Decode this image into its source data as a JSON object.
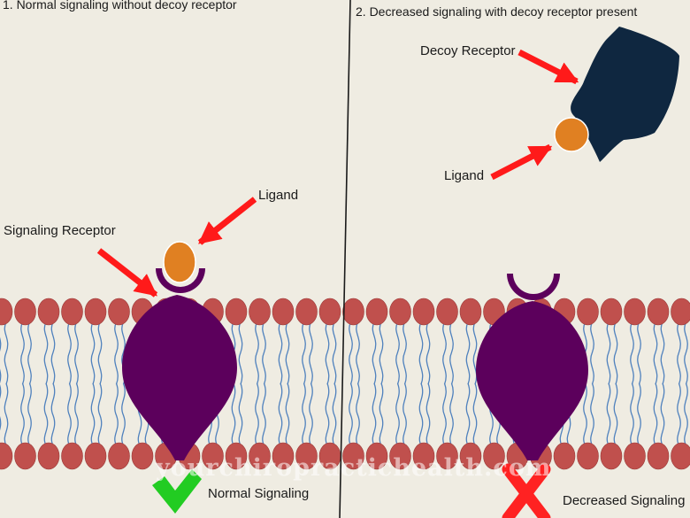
{
  "panel_left": {
    "title": "1. Normal signaling without decoy receptor",
    "label_ligand": "Ligand",
    "label_receptor": "Signaling Receptor",
    "result_label": "Normal Signaling",
    "result_icon": "green-check-icon"
  },
  "panel_right": {
    "title": "2. Decreased signaling with decoy receptor present",
    "label_decoy": "Decoy Receptor",
    "label_ligand": "Ligand",
    "result_label": "Decreased Signaling",
    "result_icon": "red-x-icon"
  },
  "watermark": "yourchiropractichealth.com",
  "colors": {
    "background": "#efece2",
    "lipid_head": "#c0504d",
    "lipid_tail": "#4f81bd",
    "receptor": "#5c005c",
    "decoy": "#0f2740",
    "ligand": "#e08022",
    "arrow": "#ff1a1a",
    "check": "#22cc22",
    "cross": "#ff2222"
  }
}
